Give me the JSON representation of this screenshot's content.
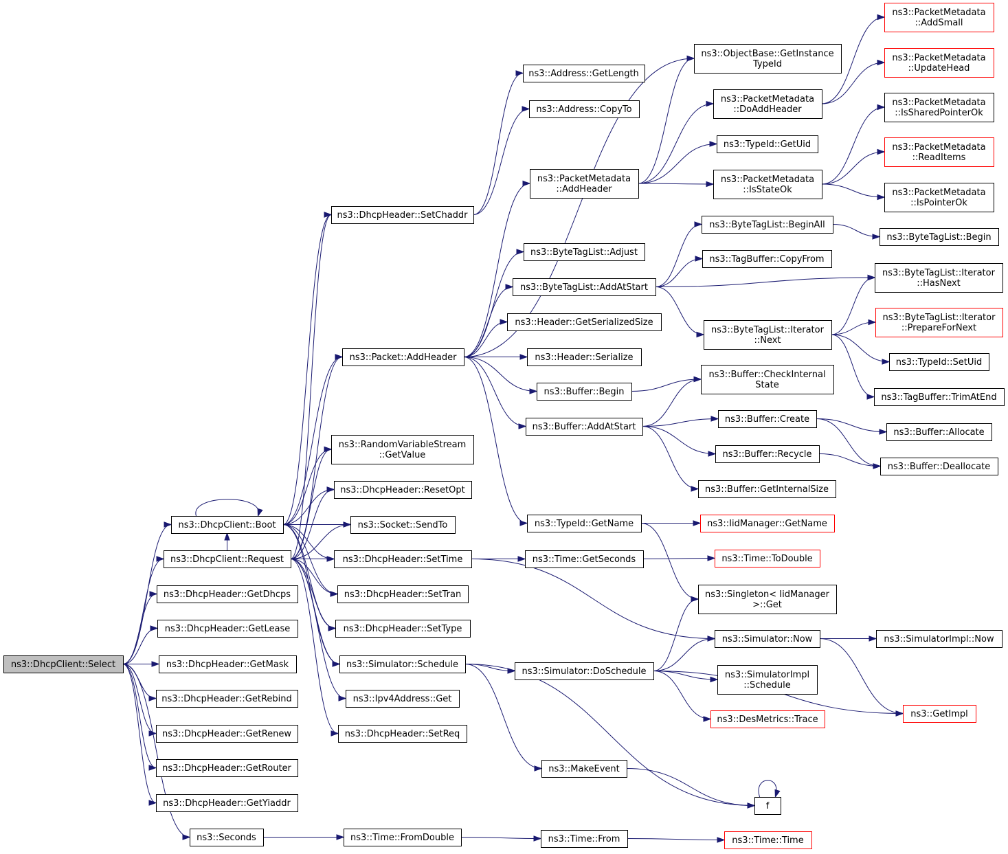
{
  "diagram": {
    "type": "call-graph",
    "colors": {
      "edge": "#191970",
      "root_fill": "#bfbfbf",
      "node_border": "#000000",
      "truncated_border": "#ff0000"
    },
    "nodes": [
      {
        "id": "select",
        "lines": [
          "ns3::DhcpClient::Select"
        ],
        "root": true
      },
      {
        "id": "boot",
        "lines": [
          "ns3::DhcpClient::Boot"
        ]
      },
      {
        "id": "request",
        "lines": [
          "ns3::DhcpClient::Request"
        ]
      },
      {
        "id": "getdhcps",
        "lines": [
          "ns3::DhcpHeader::GetDhcps"
        ]
      },
      {
        "id": "getlease",
        "lines": [
          "ns3::DhcpHeader::GetLease"
        ]
      },
      {
        "id": "getmask",
        "lines": [
          "ns3::DhcpHeader::GetMask"
        ]
      },
      {
        "id": "getrebind",
        "lines": [
          "ns3::DhcpHeader::GetRebind"
        ]
      },
      {
        "id": "getrenew",
        "lines": [
          "ns3::DhcpHeader::GetRenew"
        ]
      },
      {
        "id": "getrouter",
        "lines": [
          "ns3::DhcpHeader::GetRouter"
        ]
      },
      {
        "id": "getyiaddr",
        "lines": [
          "ns3::DhcpHeader::GetYiaddr"
        ]
      },
      {
        "id": "seconds",
        "lines": [
          "ns3::Seconds"
        ]
      },
      {
        "id": "setchaddr",
        "lines": [
          "ns3::DhcpHeader::SetChaddr"
        ]
      },
      {
        "id": "addheader",
        "lines": [
          "ns3::Packet::AddHeader"
        ]
      },
      {
        "id": "rvsgetvalue",
        "lines": [
          "ns3::RandomVariableStream",
          "::GetValue"
        ]
      },
      {
        "id": "resetopt",
        "lines": [
          "ns3::DhcpHeader::ResetOpt"
        ]
      },
      {
        "id": "sendto",
        "lines": [
          "ns3::Socket::SendTo"
        ]
      },
      {
        "id": "settime",
        "lines": [
          "ns3::DhcpHeader::SetTime"
        ]
      },
      {
        "id": "settran",
        "lines": [
          "ns3::DhcpHeader::SetTran"
        ]
      },
      {
        "id": "settype",
        "lines": [
          "ns3::DhcpHeader::SetType"
        ]
      },
      {
        "id": "schedule",
        "lines": [
          "ns3::Simulator::Schedule"
        ]
      },
      {
        "id": "ipv4get",
        "lines": [
          "ns3::Ipv4Address::Get"
        ]
      },
      {
        "id": "setreq",
        "lines": [
          "ns3::DhcpHeader::SetReq"
        ]
      },
      {
        "id": "fromdouble",
        "lines": [
          "ns3::Time::FromDouble"
        ]
      },
      {
        "id": "addrgetlength",
        "lines": [
          "ns3::Address::GetLength"
        ]
      },
      {
        "id": "addrcopyto",
        "lines": [
          "ns3::Address::CopyTo"
        ]
      },
      {
        "id": "pmaddheader",
        "lines": [
          "ns3::PacketMetadata",
          "::AddHeader"
        ]
      },
      {
        "id": "btladjust",
        "lines": [
          "ns3::ByteTagList::Adjust"
        ]
      },
      {
        "id": "btladdatstart",
        "lines": [
          "ns3::ByteTagList::AddAtStart"
        ]
      },
      {
        "id": "hgetsersize",
        "lines": [
          "ns3::Header::GetSerializedSize"
        ]
      },
      {
        "id": "hserialize",
        "lines": [
          "ns3::Header::Serialize"
        ]
      },
      {
        "id": "bufbegin",
        "lines": [
          "ns3::Buffer::Begin"
        ]
      },
      {
        "id": "bufaddatstart",
        "lines": [
          "ns3::Buffer::AddAtStart"
        ]
      },
      {
        "id": "typeidgetname",
        "lines": [
          "ns3::TypeId::GetName"
        ]
      },
      {
        "id": "timegetseconds",
        "lines": [
          "ns3::Time::GetSeconds"
        ]
      },
      {
        "id": "simdoschedule",
        "lines": [
          "ns3::Simulator::DoSchedule"
        ]
      },
      {
        "id": "makeevent",
        "lines": [
          "ns3::MakeEvent"
        ]
      },
      {
        "id": "timefrom",
        "lines": [
          "ns3::Time::From"
        ]
      },
      {
        "id": "objbasegetinst",
        "lines": [
          "ns3::ObjectBase::GetInstance",
          "TypeId"
        ]
      },
      {
        "id": "pmdoaddheader",
        "lines": [
          "ns3::PacketMetadata",
          "::DoAddHeader"
        ]
      },
      {
        "id": "typeidgetuid",
        "lines": [
          "ns3::TypeId::GetUid"
        ]
      },
      {
        "id": "pmisstateok",
        "lines": [
          "ns3::PacketMetadata",
          "::IsStateOk"
        ]
      },
      {
        "id": "btlbeginall",
        "lines": [
          "ns3::ByteTagList::BeginAll"
        ]
      },
      {
        "id": "tbcopyfrom",
        "lines": [
          "ns3::TagBuffer::CopyFrom"
        ]
      },
      {
        "id": "btliternext",
        "lines": [
          "ns3::ByteTagList::Iterator",
          "::Next"
        ]
      },
      {
        "id": "bufcheckinternal",
        "lines": [
          "ns3::Buffer::CheckInternal",
          "State"
        ]
      },
      {
        "id": "bufcreate",
        "lines": [
          "ns3::Buffer::Create"
        ]
      },
      {
        "id": "bufrecycle",
        "lines": [
          "ns3::Buffer::Recycle"
        ]
      },
      {
        "id": "bufgetinternalsize",
        "lines": [
          "ns3::Buffer::GetInternalSize"
        ]
      },
      {
        "id": "iidgetname",
        "lines": [
          "ns3::IidManager::GetName"
        ],
        "truncated": true
      },
      {
        "id": "timetodouble",
        "lines": [
          "ns3::Time::ToDouble"
        ],
        "truncated": true
      },
      {
        "id": "singletonget",
        "lines": [
          "ns3::Singleton< IidManager",
          " >::Get"
        ]
      },
      {
        "id": "simnow",
        "lines": [
          "ns3::Simulator::Now"
        ]
      },
      {
        "id": "simimplschedule",
        "lines": [
          "ns3::SimulatorImpl",
          "::Schedule"
        ]
      },
      {
        "id": "desmetricstrace",
        "lines": [
          "ns3::DesMetrics::Trace"
        ],
        "truncated": true
      },
      {
        "id": "f",
        "lines": [
          "f"
        ]
      },
      {
        "id": "timetime",
        "lines": [
          "ns3::Time::Time"
        ],
        "truncated": true
      },
      {
        "id": "pmaddsmall",
        "lines": [
          "ns3::PacketMetadata",
          "::AddSmall"
        ],
        "truncated": true
      },
      {
        "id": "pmupdatehead",
        "lines": [
          "ns3::PacketMetadata",
          "::UpdateHead"
        ],
        "truncated": true
      },
      {
        "id": "pmissharedptrok",
        "lines": [
          "ns3::PacketMetadata",
          "::IsSharedPointerOk"
        ]
      },
      {
        "id": "pmreaditems",
        "lines": [
          "ns3::PacketMetadata",
          "::ReadItems"
        ],
        "truncated": true
      },
      {
        "id": "pmispointerok",
        "lines": [
          "ns3::PacketMetadata",
          "::IsPointerOk"
        ]
      },
      {
        "id": "btlbegin",
        "lines": [
          "ns3::ByteTagList::Begin"
        ]
      },
      {
        "id": "btliterhasnext",
        "lines": [
          "ns3::ByteTagList::Iterator",
          "::HasNext"
        ]
      },
      {
        "id": "btliterprepare",
        "lines": [
          "ns3::ByteTagList::Iterator",
          "::PrepareForNext"
        ],
        "truncated": true
      },
      {
        "id": "typeidsetuid",
        "lines": [
          "ns3::TypeId::SetUid"
        ]
      },
      {
        "id": "tbtrimatend",
        "lines": [
          "ns3::TagBuffer::TrimAtEnd"
        ]
      },
      {
        "id": "bufallocate",
        "lines": [
          "ns3::Buffer::Allocate"
        ]
      },
      {
        "id": "bufdeallocate",
        "lines": [
          "ns3::Buffer::Deallocate"
        ]
      },
      {
        "id": "simimplnow",
        "lines": [
          "ns3::SimulatorImpl::Now"
        ]
      },
      {
        "id": "getimpl",
        "lines": [
          "ns3::GetImpl"
        ],
        "truncated": true
      }
    ],
    "edges": [
      [
        "select",
        "boot"
      ],
      [
        "select",
        "request"
      ],
      [
        "select",
        "getdhcps"
      ],
      [
        "select",
        "getlease"
      ],
      [
        "select",
        "getmask"
      ],
      [
        "select",
        "getrebind"
      ],
      [
        "select",
        "getrenew"
      ],
      [
        "select",
        "getrouter"
      ],
      [
        "select",
        "getyiaddr"
      ],
      [
        "select",
        "seconds"
      ],
      [
        "boot",
        "boot"
      ],
      [
        "boot",
        "setchaddr"
      ],
      [
        "boot",
        "addheader"
      ],
      [
        "boot",
        "rvsgetvalue"
      ],
      [
        "boot",
        "resetopt"
      ],
      [
        "boot",
        "sendto"
      ],
      [
        "boot",
        "settime"
      ],
      [
        "boot",
        "settran"
      ],
      [
        "boot",
        "settype"
      ],
      [
        "boot",
        "schedule"
      ],
      [
        "request",
        "boot"
      ],
      [
        "request",
        "setchaddr"
      ],
      [
        "request",
        "addheader"
      ],
      [
        "request",
        "rvsgetvalue"
      ],
      [
        "request",
        "resetopt"
      ],
      [
        "request",
        "sendto"
      ],
      [
        "request",
        "settime"
      ],
      [
        "request",
        "settran"
      ],
      [
        "request",
        "settype"
      ],
      [
        "request",
        "schedule"
      ],
      [
        "request",
        "ipv4get"
      ],
      [
        "request",
        "setreq"
      ],
      [
        "seconds",
        "fromdouble"
      ],
      [
        "fromdouble",
        "timefrom"
      ],
      [
        "timefrom",
        "timetime"
      ],
      [
        "setchaddr",
        "addrgetlength"
      ],
      [
        "setchaddr",
        "addrcopyto"
      ],
      [
        "addheader",
        "objbasegetinst"
      ],
      [
        "addheader",
        "pmaddheader"
      ],
      [
        "addheader",
        "btladjust"
      ],
      [
        "addheader",
        "btladdatstart"
      ],
      [
        "addheader",
        "hgetsersize"
      ],
      [
        "addheader",
        "hserialize"
      ],
      [
        "addheader",
        "bufbegin"
      ],
      [
        "addheader",
        "bufaddatstart"
      ],
      [
        "addheader",
        "typeidgetname"
      ],
      [
        "settime",
        "timegetseconds"
      ],
      [
        "settime",
        "simnow"
      ],
      [
        "schedule",
        "simdoschedule"
      ],
      [
        "schedule",
        "makeevent"
      ],
      [
        "schedule",
        "f"
      ],
      [
        "pmaddheader",
        "objbasegetinst"
      ],
      [
        "pmaddheader",
        "pmdoaddheader"
      ],
      [
        "pmaddheader",
        "typeidgetuid"
      ],
      [
        "pmaddheader",
        "pmisstateok"
      ],
      [
        "btladdatstart",
        "btlbeginall"
      ],
      [
        "btladdatstart",
        "tbcopyfrom"
      ],
      [
        "btladdatstart",
        "btliterhasnext"
      ],
      [
        "btladdatstart",
        "btliternext"
      ],
      [
        "bufbegin",
        "bufcheckinternal"
      ],
      [
        "bufaddatstart",
        "bufcheckinternal"
      ],
      [
        "bufaddatstart",
        "bufcreate"
      ],
      [
        "bufaddatstart",
        "bufrecycle"
      ],
      [
        "bufaddatstart",
        "bufgetinternalsize"
      ],
      [
        "typeidgetname",
        "iidgetname"
      ],
      [
        "typeidgetname",
        "singletonget"
      ],
      [
        "timegetseconds",
        "timetodouble"
      ],
      [
        "simdoschedule",
        "singletonget"
      ],
      [
        "simdoschedule",
        "simnow"
      ],
      [
        "simdoschedule",
        "simimplschedule"
      ],
      [
        "simdoschedule",
        "desmetricstrace"
      ],
      [
        "simdoschedule",
        "getimpl"
      ],
      [
        "makeevent",
        "f"
      ],
      [
        "f",
        "f"
      ],
      [
        "pmdoaddheader",
        "pmaddsmall"
      ],
      [
        "pmdoaddheader",
        "pmupdatehead"
      ],
      [
        "pmisstateok",
        "pmissharedptrok"
      ],
      [
        "pmisstateok",
        "pmreaditems"
      ],
      [
        "pmisstateok",
        "pmispointerok"
      ],
      [
        "btlbeginall",
        "btlbegin"
      ],
      [
        "btliternext",
        "btliterhasnext"
      ],
      [
        "btliternext",
        "btliterprepare"
      ],
      [
        "btliternext",
        "typeidsetuid"
      ],
      [
        "btliternext",
        "tbtrimatend"
      ],
      [
        "bufcreate",
        "bufallocate"
      ],
      [
        "bufcreate",
        "bufdeallocate"
      ],
      [
        "bufrecycle",
        "bufdeallocate"
      ],
      [
        "simnow",
        "simimplnow"
      ],
      [
        "simnow",
        "getimpl"
      ]
    ]
  }
}
